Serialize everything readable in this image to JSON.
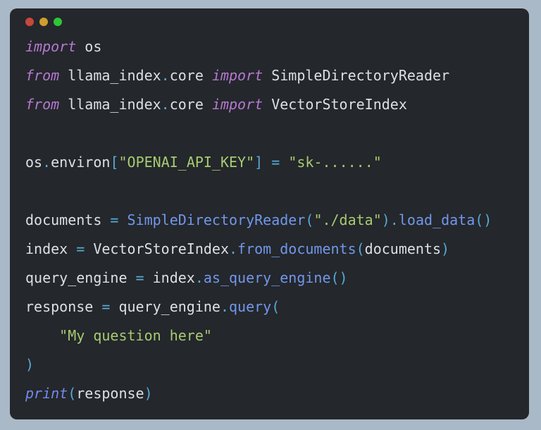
{
  "theme": {
    "colors": {
      "background": "#aab9c7",
      "window": "#24272b",
      "plain": "#dbe0e6",
      "keyword": "#b678d2",
      "function": "#7197ec",
      "builtin": "#7389ee",
      "punctuation": "#57a9d6",
      "string": "#a7cb72"
    }
  },
  "window": {
    "traffic_lights": [
      {
        "name": "close",
        "color": "#c8473d"
      },
      {
        "name": "minimize",
        "color": "#cf9e2f"
      },
      {
        "name": "maximize",
        "color": "#2ec635"
      }
    ]
  },
  "code": {
    "language": "python",
    "lines": [
      {
        "tokens": [
          [
            "kw",
            "import"
          ],
          [
            "pln",
            " os"
          ]
        ]
      },
      {
        "tokens": [
          [
            "kw",
            "from"
          ],
          [
            "pln",
            " llama_index"
          ],
          [
            "pun",
            "."
          ],
          [
            "pln",
            "core "
          ],
          [
            "kw",
            "import"
          ],
          [
            "pln",
            " SimpleDirectoryReader"
          ]
        ]
      },
      {
        "tokens": [
          [
            "kw",
            "from"
          ],
          [
            "pln",
            " llama_index"
          ],
          [
            "pun",
            "."
          ],
          [
            "pln",
            "core "
          ],
          [
            "kw",
            "import"
          ],
          [
            "pln",
            " VectorStoreIndex"
          ]
        ]
      },
      {
        "tokens": []
      },
      {
        "tokens": [
          [
            "pln",
            "os"
          ],
          [
            "pun",
            "."
          ],
          [
            "pln",
            "environ"
          ],
          [
            "pun",
            "["
          ],
          [
            "str",
            "\"OPENAI_API_KEY\""
          ],
          [
            "pun",
            "]"
          ],
          [
            "pln",
            " "
          ],
          [
            "pun",
            "="
          ],
          [
            "pln",
            " "
          ],
          [
            "str",
            "\"sk-......\""
          ]
        ]
      },
      {
        "tokens": []
      },
      {
        "tokens": [
          [
            "pln",
            "documents "
          ],
          [
            "pun",
            "="
          ],
          [
            "pln",
            " "
          ],
          [
            "fn",
            "SimpleDirectoryReader"
          ],
          [
            "pun",
            "("
          ],
          [
            "str",
            "\"./data\""
          ],
          [
            "pun",
            ")."
          ],
          [
            "fn",
            "load_data"
          ],
          [
            "pun",
            "()"
          ]
        ]
      },
      {
        "tokens": [
          [
            "pln",
            "index "
          ],
          [
            "pun",
            "="
          ],
          [
            "pln",
            " VectorStoreIndex"
          ],
          [
            "pun",
            "."
          ],
          [
            "fn",
            "from_documents"
          ],
          [
            "pun",
            "("
          ],
          [
            "pln",
            "documents"
          ],
          [
            "pun",
            ")"
          ]
        ]
      },
      {
        "tokens": [
          [
            "pln",
            "query_engine "
          ],
          [
            "pun",
            "="
          ],
          [
            "pln",
            " index"
          ],
          [
            "pun",
            "."
          ],
          [
            "fn",
            "as_query_engine"
          ],
          [
            "pun",
            "()"
          ]
        ]
      },
      {
        "tokens": [
          [
            "pln",
            "response "
          ],
          [
            "pun",
            "="
          ],
          [
            "pln",
            " query_engine"
          ],
          [
            "pun",
            "."
          ],
          [
            "fn",
            "query"
          ],
          [
            "pun",
            "("
          ]
        ]
      },
      {
        "tokens": [
          [
            "pln",
            "    "
          ],
          [
            "str",
            "\"My question here\""
          ]
        ]
      },
      {
        "tokens": [
          [
            "pun",
            ")"
          ]
        ]
      },
      {
        "tokens": [
          [
            "kwfn",
            "print"
          ],
          [
            "pun",
            "("
          ],
          [
            "pln",
            "response"
          ],
          [
            "pun",
            ")"
          ]
        ]
      }
    ]
  }
}
